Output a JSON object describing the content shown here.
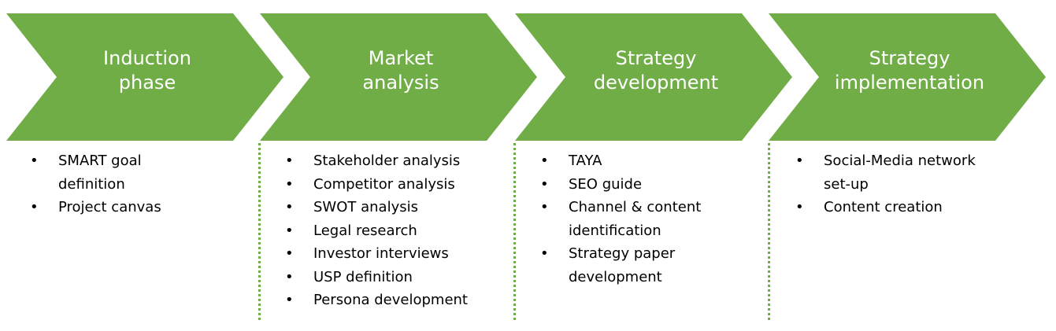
{
  "colors": {
    "chevron_fill": "#70ad47",
    "title_text": "#ffffff",
    "divider": "#70ad47"
  },
  "phases": [
    {
      "title_line1": "Induction",
      "title_line2": "phase",
      "items": [
        "SMART goal",
        "definition",
        "Project canvas"
      ],
      "bullet_starts": [
        true,
        false,
        true
      ]
    },
    {
      "title_line1": "Market",
      "title_line2": "analysis",
      "items": [
        "Stakeholder analysis",
        "Competitor analysis",
        "SWOT analysis",
        "Legal research",
        "Investor interviews",
        "USP definition",
        "Persona development"
      ],
      "bullet_starts": [
        true,
        true,
        true,
        true,
        true,
        true,
        true
      ]
    },
    {
      "title_line1": "Strategy",
      "title_line2": "development",
      "items": [
        "TAYA",
        "SEO guide",
        "Channel & content",
        "identification",
        "Strategy paper",
        "development"
      ],
      "bullet_starts": [
        true,
        true,
        true,
        false,
        true,
        false
      ]
    },
    {
      "title_line1": "Strategy",
      "title_line2": "implementation",
      "items": [
        "Social-Media network",
        "set-up",
        "Content creation"
      ],
      "bullet_starts": [
        true,
        false,
        true
      ]
    }
  ]
}
